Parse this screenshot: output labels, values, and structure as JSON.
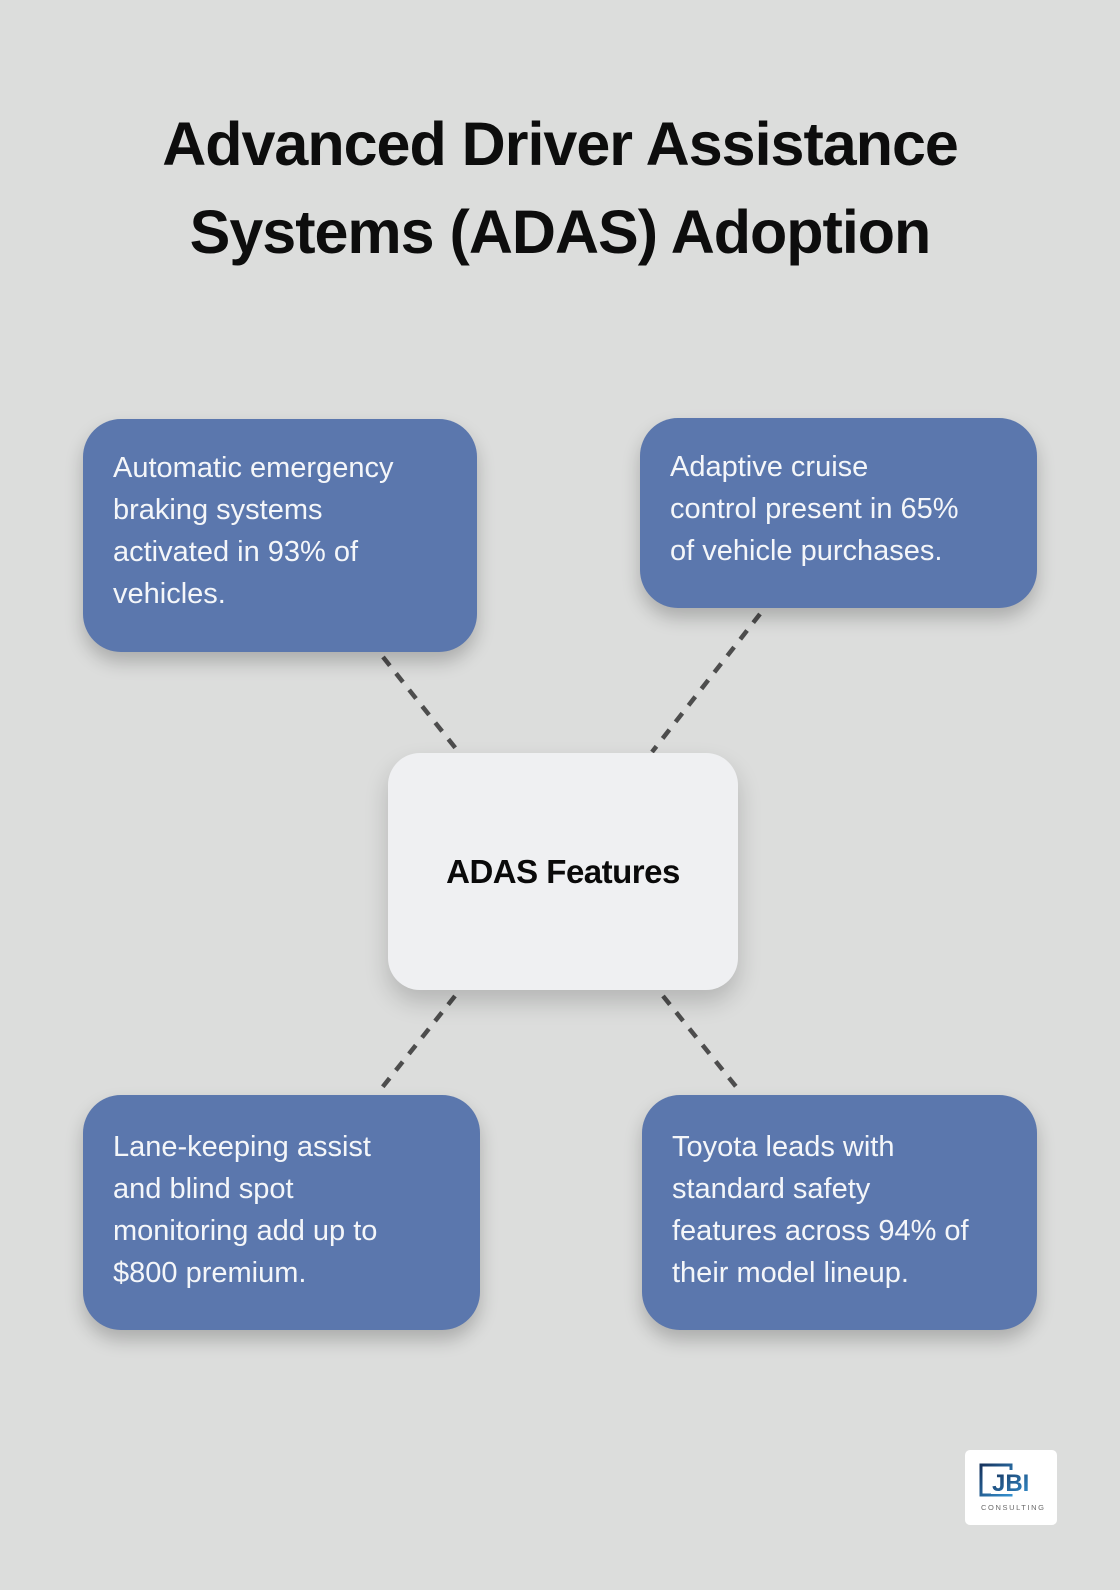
{
  "title": {
    "text": "Advanced Driver Assistance Systems (ADAS) Adoption",
    "lines": [
      "Advanced Driver Assistance",
      "Systems (ADAS) Adoption"
    ]
  },
  "center_node": {
    "label": "ADAS Features"
  },
  "facts": [
    {
      "position": "top-left",
      "text": "Automatic emergency braking systems activated in 93% of vehicles.",
      "lines": [
        "Automatic emergency",
        "braking systems",
        "activated in 93% of",
        "vehicles."
      ]
    },
    {
      "position": "top-right",
      "text": "Adaptive cruise control present in 65% of vehicle purchases.",
      "lines": [
        "Adaptive cruise",
        "control present in 65%",
        "of vehicle purchases."
      ]
    },
    {
      "position": "bottom-left",
      "text": "Lane-keeping assist and blind spot monitoring add up to $800 premium.",
      "lines": [
        "Lane-keeping assist",
        "and blind spot",
        "monitoring add up to",
        "$800 premium."
      ]
    },
    {
      "position": "bottom-right",
      "text": "Toyota leads with standard safety features across 94% of their model lineup.",
      "lines": [
        "Toyota leads with",
        "standard safety",
        "features across 94% of",
        "their model lineup."
      ]
    }
  ],
  "logo": {
    "name": "JBI",
    "subtitle": "CONSULTING"
  },
  "colors": {
    "background": "#dcdddc",
    "fact_box": "#5b77ad",
    "fact_text": "#f4f6f9",
    "center_box": "#eff0f2",
    "connector": "#4d4d4d",
    "title_text": "#0d0d0d",
    "logo_navy": "#16335d",
    "logo_blue": "#3490cf",
    "logo_subtitle": "#6a6a6a"
  }
}
